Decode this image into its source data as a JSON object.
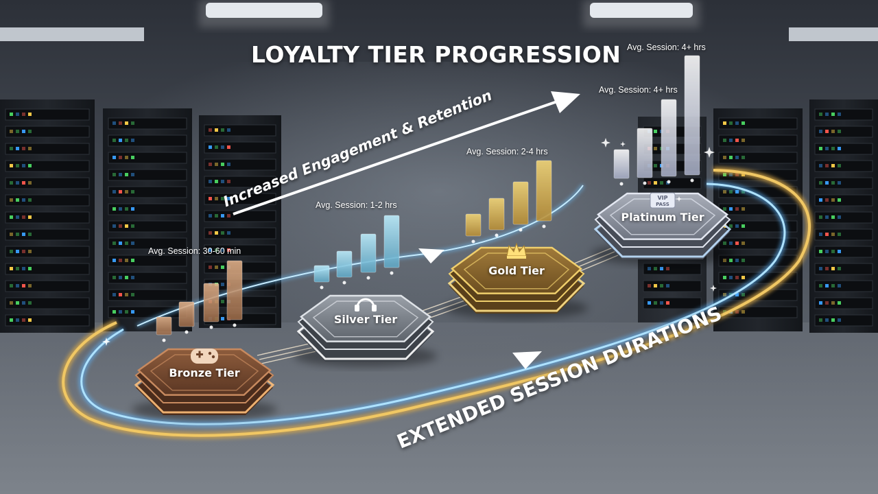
{
  "title": "LOYALTY TIER PROGRESSION",
  "engagement_label": "Increased Engagement & Retention",
  "duration_label": "EXTENDED SESSION DURATIONS",
  "tiers": [
    {
      "name": "Bronze Tier",
      "session": "Avg. Session: 30-60 min",
      "icon": "gamepad-icon",
      "color": "#a9764f"
    },
    {
      "name": "Silver Tier",
      "session": "Avg. Session: 1-2 hrs",
      "icon": "headset-icon",
      "color": "#b9bfc7"
    },
    {
      "name": "Gold Tier",
      "session": "Avg. Session: 2-4 hrs",
      "icon": "crown-icon",
      "color": "#c9a54a"
    },
    {
      "name": "Platinum Tier",
      "session": "Avg. Session: 4+ hrs",
      "icon": "vip-pass-icon",
      "icon_text": [
        "VIP",
        "PASS"
      ],
      "color": "#c8ccd8"
    }
  ],
  "platinum_extra_session": "Avg. Session: 4+ hrs"
}
